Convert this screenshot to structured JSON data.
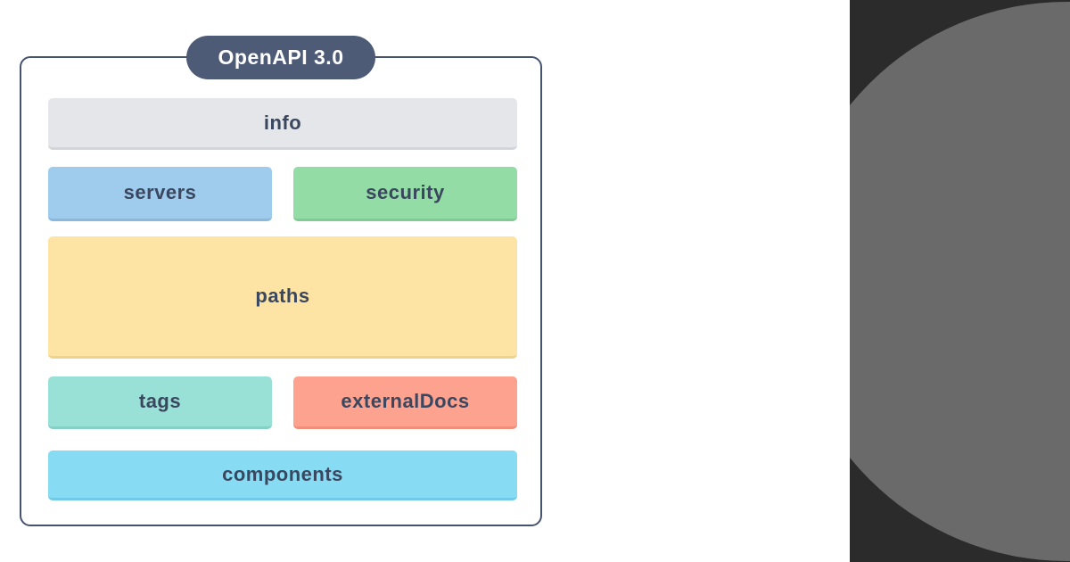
{
  "diagram": {
    "badge": {
      "label": "OpenAPI 3.0",
      "bg": "#4e5b76"
    },
    "frame": {
      "border_color": "#46536f",
      "bg": "#ffffff"
    },
    "label_color": "#3a475f",
    "nodes": {
      "info": {
        "label": "info",
        "bg": "#e4e6ea",
        "edge": "#d2d5db"
      },
      "servers": {
        "label": "servers",
        "bg": "#9fcbed",
        "edge": "#8bb9dc"
      },
      "security": {
        "label": "security",
        "bg": "#93dca6",
        "edge": "#7fcb93"
      },
      "paths": {
        "label": "paths",
        "bg": "#fde4a4",
        "edge": "#efd38d"
      },
      "tags": {
        "label": "tags",
        "bg": "#99e1d6",
        "edge": "#83d2c5"
      },
      "externalDocs": {
        "label": "externalDocs",
        "bg": "#fca28e",
        "edge": "#f08f7a"
      },
      "components": {
        "label": "components",
        "bg": "#87dbf3",
        "edge": "#6fcbe8"
      }
    }
  },
  "side_panel": {
    "bg": "#2b2b2b",
    "circle_color": "#6a6a6a"
  }
}
